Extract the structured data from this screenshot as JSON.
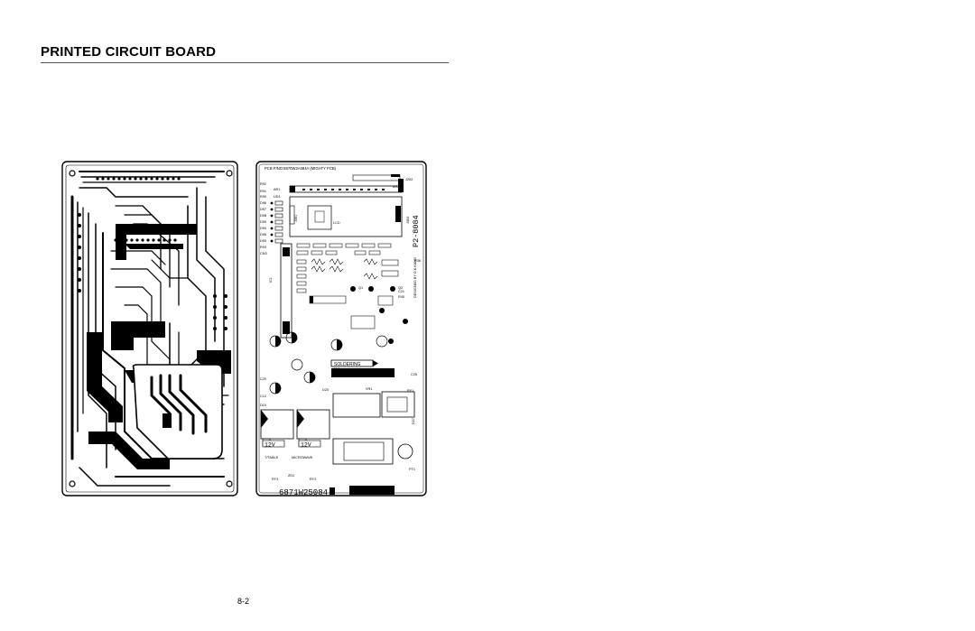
{
  "page": {
    "title": "PRINTED CIRCUIT BOARD",
    "page_number": "8-2"
  },
  "silkscreen": {
    "header": "PCB P/NO:6870W2A084A (MIGHTY PCB)",
    "side_code": "P2-8084",
    "designer": "DESIGNED BY D.K.KANG",
    "soldering_label": "SOLDERING",
    "voltage_left": "12V",
    "voltage_right": "12V",
    "ttable_label": "T/TABLE",
    "microwave_label": "MICROWAVE",
    "part_number": "6871W25084",
    "refs": {
      "r92": "R92",
      "r91": "R91",
      "r90": "R90",
      "ar1": "AR1",
      "ud1": "UD1",
      "d96": "D96",
      "d97": "D97",
      "d98": "D98",
      "d99": "D99",
      "d94": "D94",
      "d95": "D95",
      "d93": "D93",
      "r93": "R93",
      "cn3": "CN3",
      "j202": "J202",
      "j204": "J204",
      "ar2": "AR2",
      "j301": "J301",
      "j303": "J303",
      "lcd": "LCD",
      "ic1": "IC1",
      "q1": "Q1",
      "q2": "Q2",
      "r36": "R36",
      "r40": "R40",
      "c21": "C21",
      "c12": "C12",
      "c20": "C20",
      "d10": "D10",
      "d20": "D20",
      "cn1": "CN1",
      "ry1": "RY1",
      "ry2": "RY2",
      "ry3": "RY3",
      "pt1": "PT1",
      "vr1": "VR1",
      "zd1": "ZD1",
      "c25": "C25",
      "d27": "D27"
    }
  }
}
